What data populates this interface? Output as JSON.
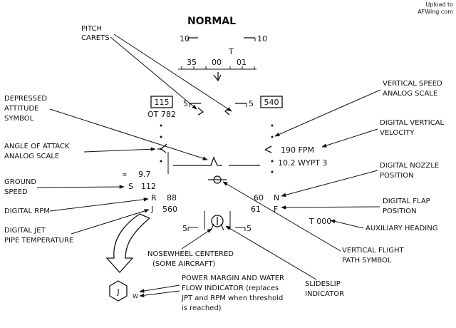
{
  "watermark": [
    "Upload to",
    "AFWing.com"
  ],
  "title": "NORMAL",
  "callouts": {
    "pitch_carets": [
      "PITCH",
      "CARETS"
    ],
    "depressed_attitude": [
      "DEPRESSED",
      "ATTITUDE",
      "SYMBOL"
    ],
    "aoa_scale": [
      "ANGLE OF ATTACK",
      "ANALOG SCALE"
    ],
    "ground_speed": [
      "GROUND",
      "SPEED"
    ],
    "digital_rpm": [
      "DIGITAL RPM"
    ],
    "digital_jpt": [
      "DIGITAL JET",
      "PIPE TEMPERATURE"
    ],
    "nosewheel": [
      "NOSEWHEEL CENTERED",
      "(SOME AIRCRAFT)"
    ],
    "power_margin": [
      "POWER MARGIN AND WATER",
      "FLOW INDICATOR (replaces",
      "JPT and RPM when threshold",
      "is reached)"
    ],
    "slideslip": [
      "SLIDESLIP",
      "INDICATOR"
    ],
    "vertical_flight_path": [
      "VERTICAL FLIGHT",
      "PATH SYMBOL"
    ],
    "auxiliary_heading": [
      "AUXILIARY HEADING"
    ],
    "digital_flap": [
      "DIGITAL FLAP",
      "POSITION"
    ],
    "digital_nozzle": [
      "DIGITAL NOZZLE",
      "POSITION"
    ],
    "digital_vertical_velocity": [
      "DIGITAL VERTICAL",
      "VELOCITY"
    ],
    "vertical_speed_scale": [
      "VERTICAL SPEED",
      "ANALOG SCALE"
    ]
  },
  "hud": {
    "heading_left": "35",
    "heading_center": "00",
    "heading_right": "01",
    "heading_marker": "T",
    "pitch_top_left": "10",
    "pitch_top_right": "10",
    "pitch_mid_left": "5",
    "pitch_mid_right": "5",
    "pitch_bottom_left": "5",
    "pitch_bottom_right": "5",
    "airspeed": "115",
    "altitude": "540",
    "ot": "OT 782",
    "fpm": "190 FPM",
    "wypt": "10.2 WYPT 3",
    "alpha": "9.7",
    "speed_letter": "S",
    "speed_value": "112",
    "rpm_letter": "R",
    "rpm_value": "88",
    "jpt_letter": "J",
    "jpt_value": "560",
    "nozzle_value": "60",
    "nozzle_letter": "N",
    "flap_value": "61",
    "flap_letter": "F",
    "aux_heading": "T 000",
    "hex_letter": "J",
    "hex_sub": "W"
  }
}
